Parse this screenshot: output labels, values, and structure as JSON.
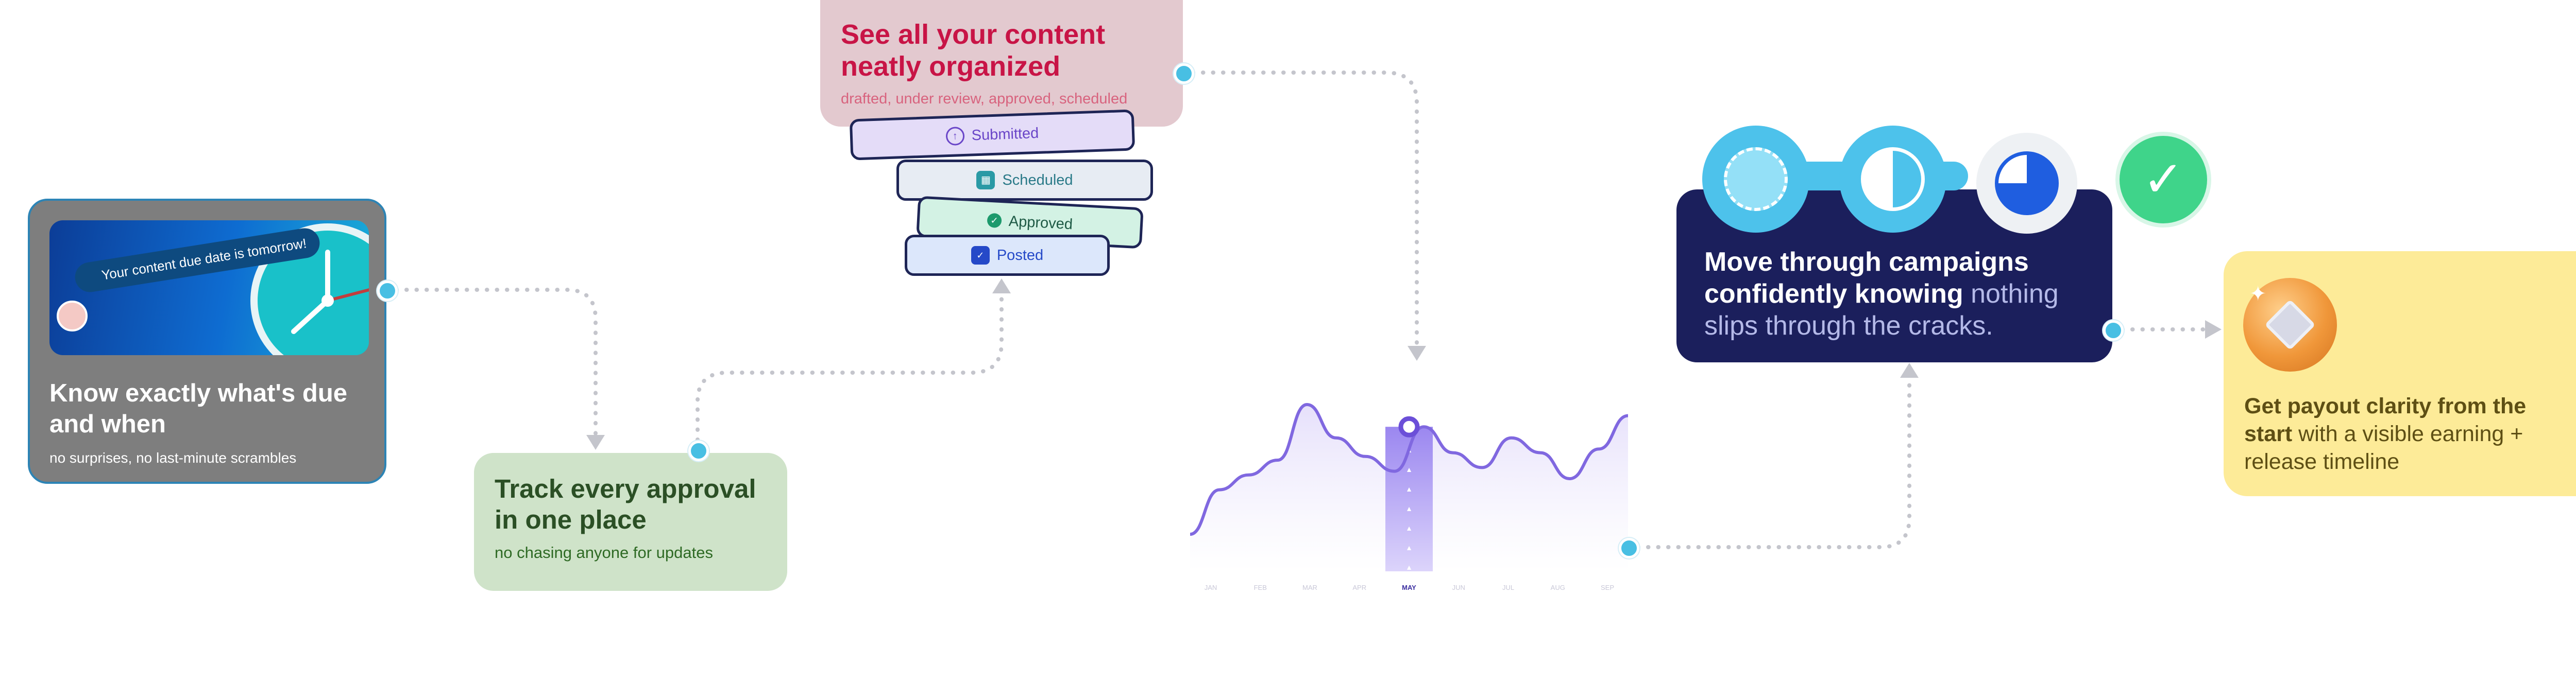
{
  "cards": {
    "due_dates": {
      "notification": "Your content due date is tomorrow!",
      "title": "Know exactly what's due and when",
      "subtitle": "no surprises, no last-minute scrambles"
    },
    "approvals": {
      "title": "Track every approval in one place",
      "subtitle": "no chasing anyone for updates"
    },
    "content": {
      "title": "See all your content neatly organized",
      "subtitle": "drafted, under review, approved, scheduled",
      "statuses": [
        {
          "label": "Submitted",
          "icon": "upload-circle-icon"
        },
        {
          "label": "Scheduled",
          "icon": "calendar-icon"
        },
        {
          "label": "Approved",
          "icon": "check-circle-icon"
        },
        {
          "label": "Posted",
          "icon": "shield-check-icon"
        }
      ]
    },
    "campaigns": {
      "title_bold": "Move through campaigns confidently knowing",
      "title_muted": "nothing slips through the cracks."
    },
    "payout": {
      "title_bold": "Get payout clarity from the start",
      "title_rest": "with a visible earning + release timeline"
    }
  },
  "chart_data": {
    "type": "area",
    "categories": [
      "JAN",
      "FEB",
      "MAR",
      "APR",
      "MAY",
      "JUN",
      "JUL",
      "AUG",
      "SEP"
    ],
    "highlight": "MAY",
    "series": [
      {
        "values": [
          20,
          44,
          52,
          60,
          90,
          72,
          62,
          54,
          78,
          64,
          56,
          72,
          64,
          50,
          66,
          84
        ]
      }
    ],
    "ylim": [
      0,
      100
    ],
    "colors": {
      "line": "#8068e0",
      "fill": "#e6e0fb",
      "highlight": "#9b87f0"
    }
  },
  "colors": {
    "connector": "#c4c5cc",
    "node_dot": "#48bfe3"
  }
}
